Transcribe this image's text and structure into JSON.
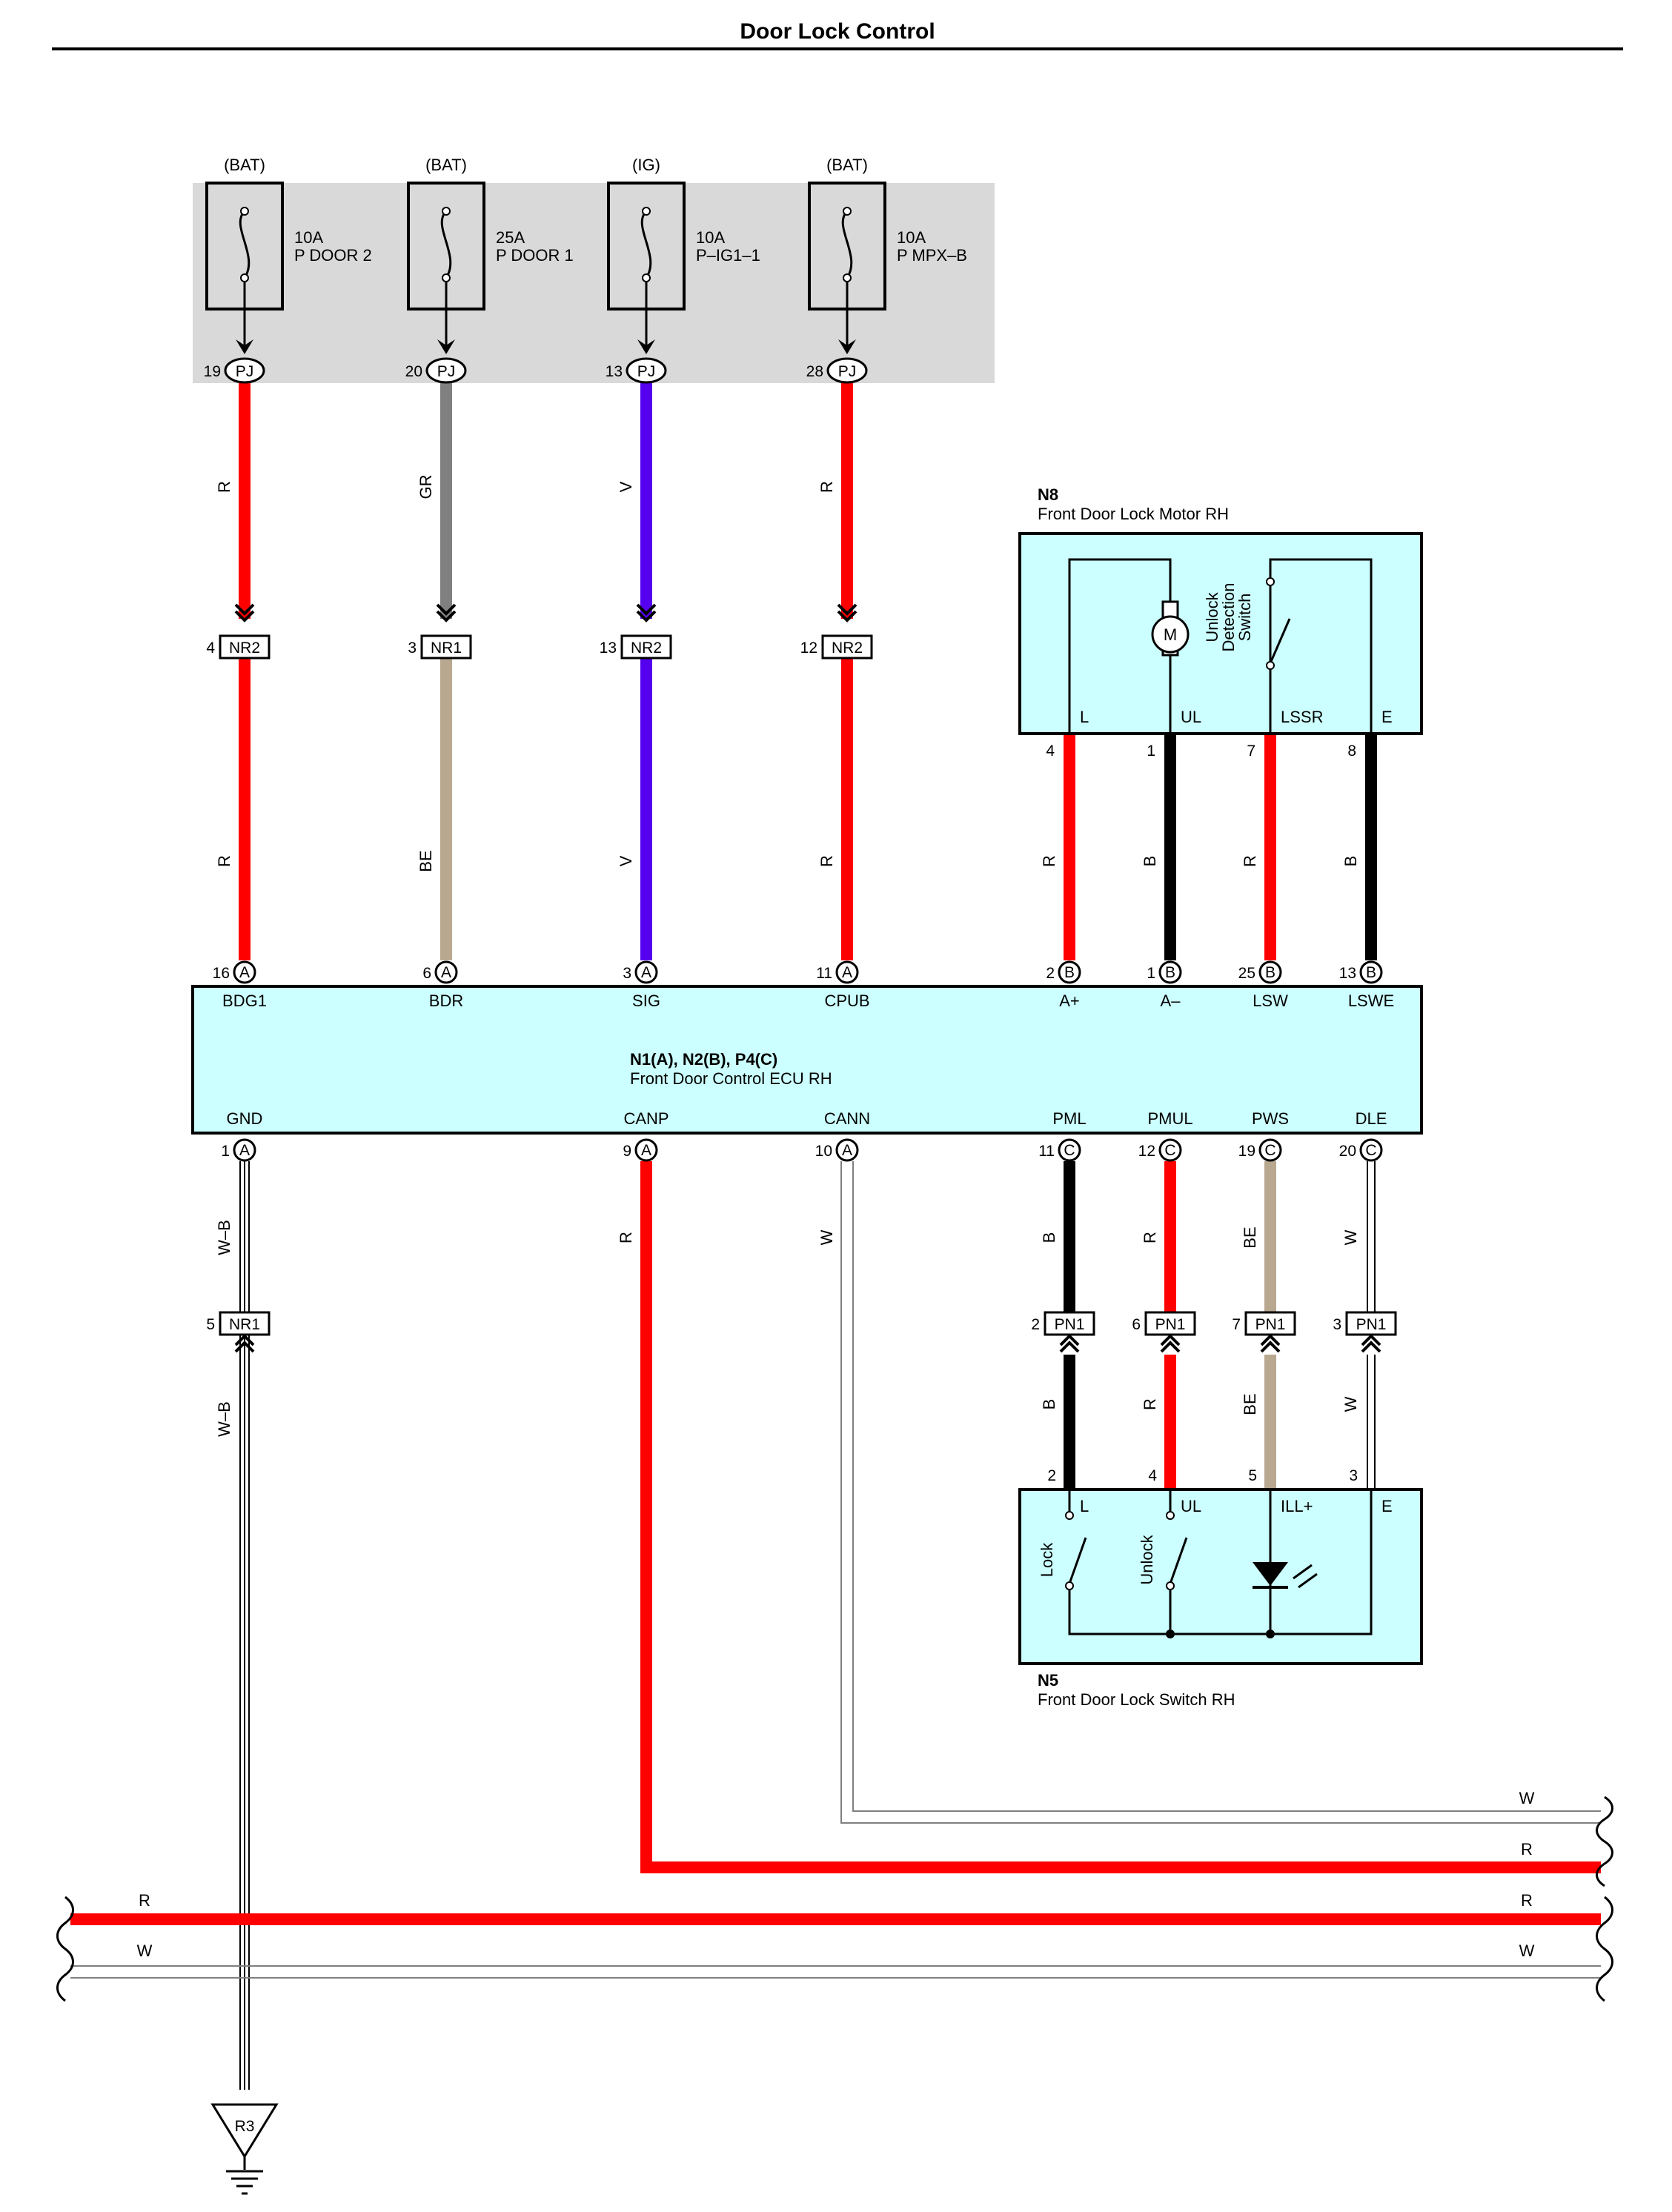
{
  "title": "Door Lock Control",
  "colors": {
    "R": "#ff0000",
    "GR": "#808080",
    "V": "#5500ee",
    "BE": "#b8a890",
    "B": "#000000",
    "W": "#ffffff",
    "W-B": "#ffffff",
    "module_fill": "#ccffff",
    "fuse_box_fill": "#d9d9d9"
  },
  "fuses": [
    {
      "source": "(BAT)",
      "rating": "10A",
      "name": "P DOOR 2",
      "pin": "19",
      "conn": "PJ"
    },
    {
      "source": "(BAT)",
      "rating": "25A",
      "name": "P DOOR 1",
      "pin": "20",
      "conn": "PJ"
    },
    {
      "source": "(IG)",
      "rating": "10A",
      "name": "P–IG1–1",
      "pin": "13",
      "conn": "PJ"
    },
    {
      "source": "(BAT)",
      "rating": "10A",
      "name": "P MPX–B",
      "pin": "28",
      "conn": "PJ"
    }
  ],
  "upper_wires": [
    "R",
    "GR",
    "V",
    "R"
  ],
  "upper_junctions": [
    {
      "pin": "4",
      "conn": "NR2"
    },
    {
      "pin": "3",
      "conn": "NR1"
    },
    {
      "pin": "13",
      "conn": "NR2"
    },
    {
      "pin": "12",
      "conn": "NR2"
    }
  ],
  "middle_wires": [
    "R",
    "BE",
    "V",
    "R"
  ],
  "ecu": {
    "code": "N1(A), N2(B), P4(C)",
    "name": "Front Door Control ECU RH",
    "top_pins": [
      {
        "num": "16",
        "conn": "A",
        "label": "BDG1"
      },
      {
        "num": "6",
        "conn": "A",
        "label": "BDR"
      },
      {
        "num": "3",
        "conn": "A",
        "label": "SIG"
      },
      {
        "num": "11",
        "conn": "A",
        "label": "CPUB"
      },
      {
        "num": "2",
        "conn": "B",
        "label": "A+"
      },
      {
        "num": "1",
        "conn": "B",
        "label": "A–"
      },
      {
        "num": "25",
        "conn": "B",
        "label": "LSW"
      },
      {
        "num": "13",
        "conn": "B",
        "label": "LSWE"
      }
    ],
    "bottom_pins": [
      {
        "num": "1",
        "conn": "A",
        "label": "GND"
      },
      {
        "num": "9",
        "conn": "A",
        "label": "CANP"
      },
      {
        "num": "10",
        "conn": "A",
        "label": "CANN"
      },
      {
        "num": "11",
        "conn": "C",
        "label": "PML"
      },
      {
        "num": "12",
        "conn": "C",
        "label": "PMUL"
      },
      {
        "num": "19",
        "conn": "C",
        "label": "PWS"
      },
      {
        "num": "20",
        "conn": "C",
        "label": "DLE"
      }
    ]
  },
  "motor": {
    "code": "N8",
    "name": "Front Door Lock Motor RH",
    "motor_symbol": "M",
    "switch_label_lines": [
      "Unlock",
      "Detection",
      "Switch"
    ],
    "terminals": [
      "L",
      "UL",
      "LSSR",
      "E"
    ],
    "pins": [
      "4",
      "1",
      "7",
      "8"
    ],
    "wires": [
      "R",
      "B",
      "R",
      "B"
    ]
  },
  "switch_module": {
    "code": "N5",
    "name": "Front Door Lock Switch RH",
    "terminals": [
      "L",
      "UL",
      "ILL+",
      "E"
    ],
    "pins": [
      "2",
      "4",
      "5",
      "3"
    ],
    "switch_labels": [
      "Lock",
      "Unlock"
    ]
  },
  "lower_wires": {
    "gnd": "W–B",
    "canp": "R",
    "cann": "W",
    "pml": "B",
    "pmul": "R",
    "pws": "BE",
    "dle": "W"
  },
  "lower_junctions": {
    "gnd": {
      "pin": "5",
      "conn": "NR1"
    },
    "pn": [
      {
        "pin": "2",
        "conn": "PN1"
      },
      {
        "pin": "6",
        "conn": "PN1"
      },
      {
        "pin": "7",
        "conn": "PN1"
      },
      {
        "pin": "3",
        "conn": "PN1"
      }
    ]
  },
  "bus": {
    "cann": "W",
    "canp": "R",
    "bus1_left": "R",
    "bus1_right": "R",
    "bus2_left": "W",
    "bus2_right": "W"
  },
  "ground": {
    "label": "R3"
  }
}
